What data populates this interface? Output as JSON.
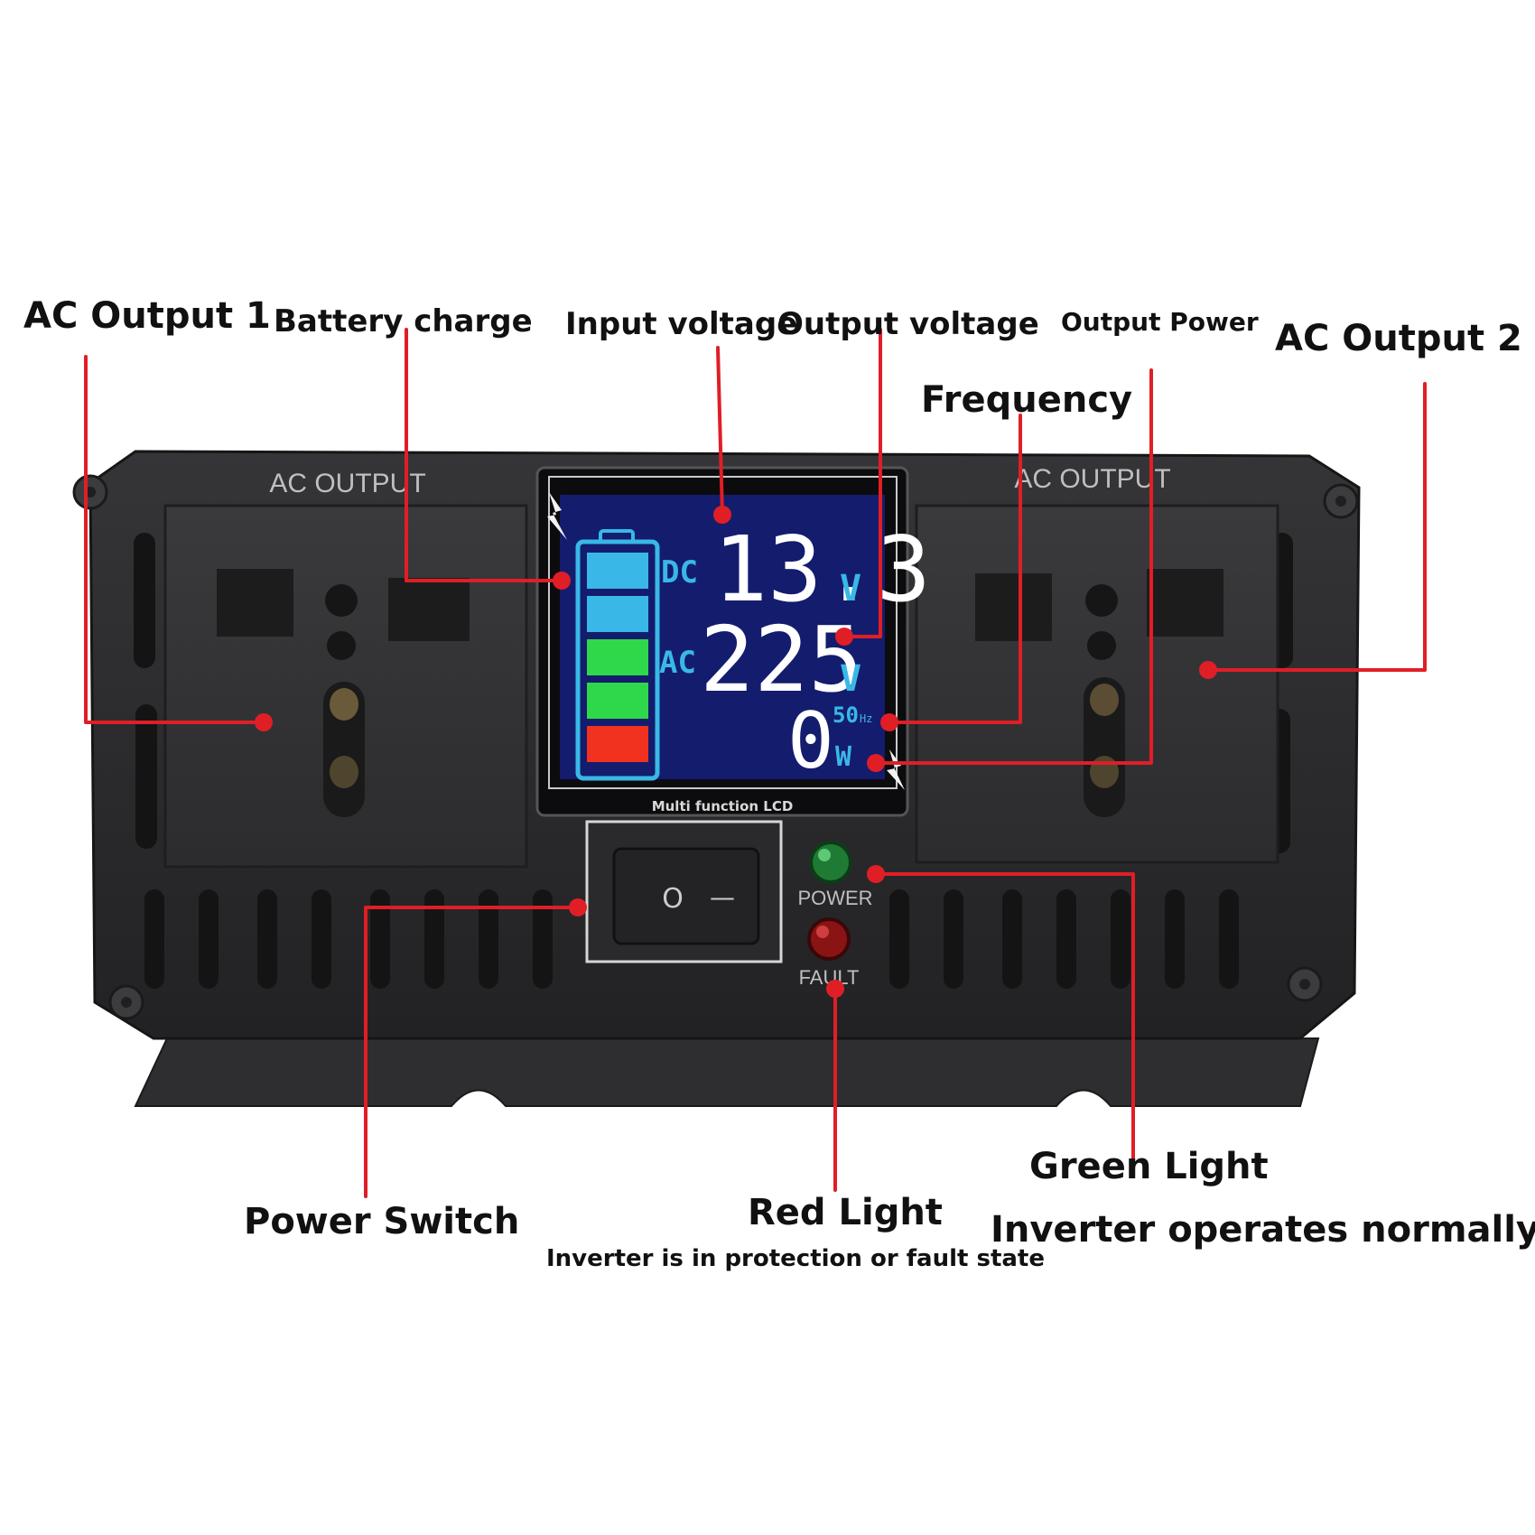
{
  "callouts": {
    "ac_output_1": "AC Output 1",
    "battery_charge": "Battery charge",
    "input_voltage": "Input voltage",
    "output_voltage": "Output voltage",
    "output_power": "Output Power",
    "ac_output_2": "AC Output 2",
    "frequency": "Frequency",
    "power_switch": "Power Switch",
    "red_light": "Red Light",
    "red_light_desc": "Inverter is in protection or fault state",
    "green_light": "Green Light",
    "green_light_desc": "Inverter operates normally"
  },
  "device": {
    "left_panel_label": "AC OUTPUT",
    "right_panel_label": "AC OUTPUT",
    "power_led_label": "POWER",
    "fault_led_label": "FAULT",
    "switch_off_symbol": "O",
    "switch_on_symbol": "—",
    "lcd": {
      "caption": "Multi function LCD",
      "dc_tag": "DC",
      "dc_value": "13.3",
      "dc_unit": "V",
      "ac_tag": "AC",
      "ac_value": "225",
      "ac_unit": "V",
      "frequency_value": "50",
      "frequency_unit": "Hz",
      "power_value": "0",
      "power_unit": "W",
      "battery_bars": [
        "#39b8e8",
        "#39b8e8",
        "#2fd84a",
        "#2fd84a",
        "#f0321e"
      ]
    }
  },
  "colors": {
    "leader": "#e01e26",
    "housing": "#2b2b2d",
    "lcd_bg": "#141c6e"
  }
}
